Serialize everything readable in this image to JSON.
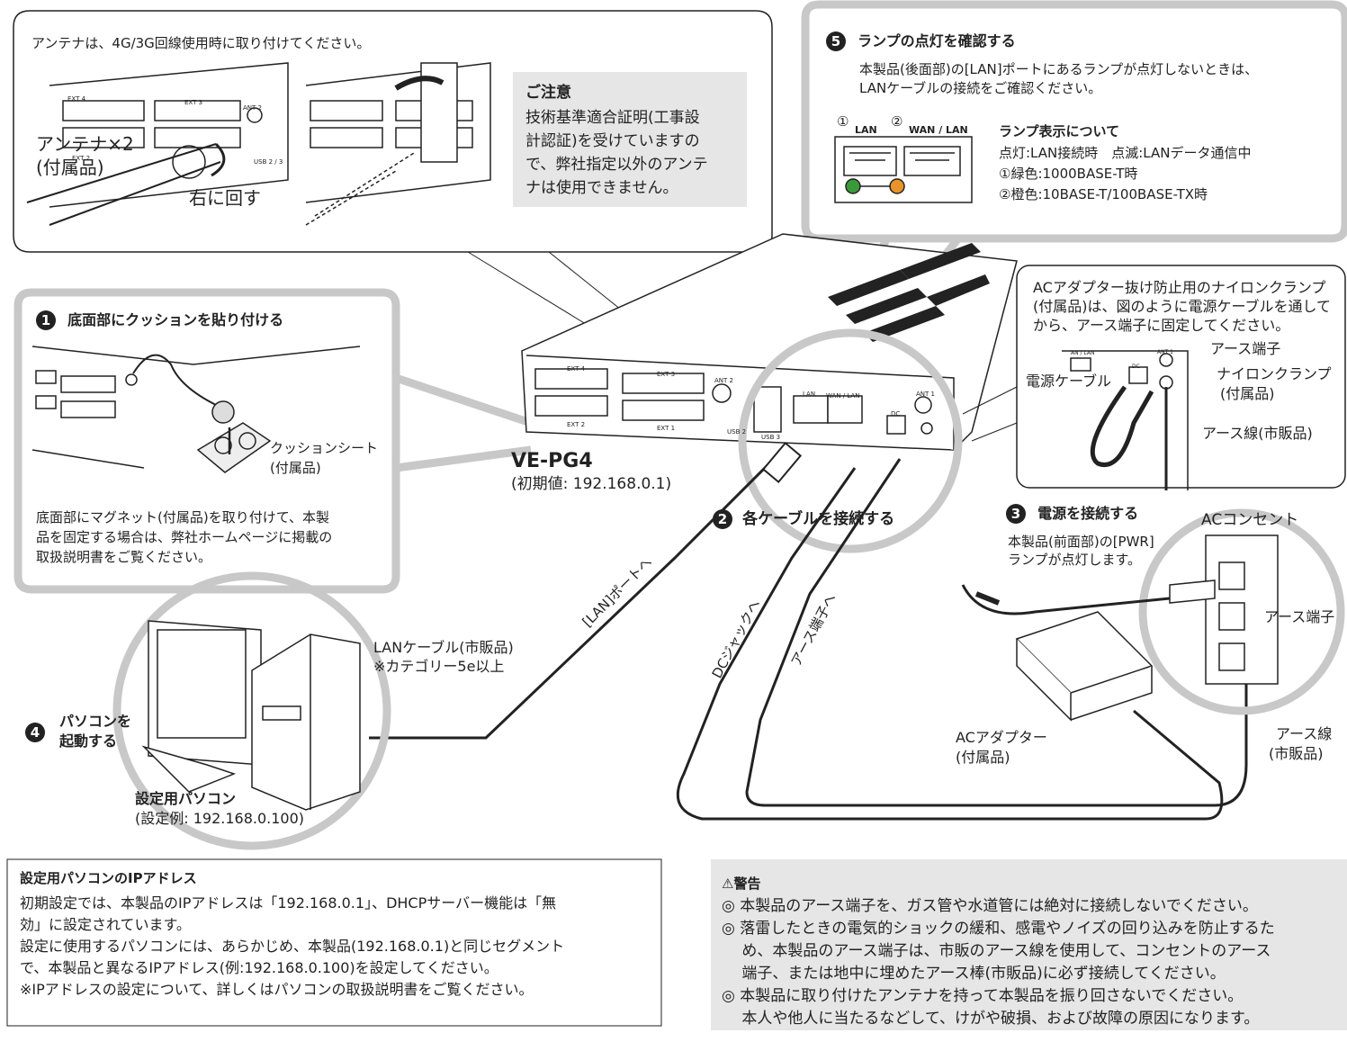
{
  "antenna_callout": {
    "instruction": "アンテナは、4G/3G回線使用時に取り付けてください。",
    "antenna_label": "アンテナ×2",
    "antenna_note": "(付属品)",
    "rotate_label": "右に回す",
    "port_labels": [
      "EXT 4",
      "EXT 3",
      "EXT 2",
      "ANT 2",
      "USB 2 / 3"
    ],
    "caution_title": "ご注意",
    "caution_lines": [
      "技術基準適合証明(工事設",
      "計認証)を受けていますの",
      "で、弊社指定以外のアンテ",
      "ナは使用できません。"
    ]
  },
  "step5": {
    "number": "5",
    "title": "ランプの点灯を確認する",
    "desc": [
      "本製品(後面部)の[LAN]ポートにあるランプが点灯しないときは、",
      "LANケーブルの接続をご確認ください。"
    ],
    "port1_marker": "①",
    "port1_label": "LAN",
    "port2_marker": "②",
    "port2_label": "WAN / LAN",
    "lamp_title": "ランプ表示について",
    "lamp_lines": [
      "点灯:LAN接続時　点滅:LANデータ通信中",
      "①緑色:1000BASE-T時",
      "②橙色:10BASE-T/100BASE-TX時"
    ],
    "colors": {
      "green": "#3a9a3a",
      "orange": "#e8942a"
    }
  },
  "step1": {
    "number": "1",
    "title": "底面部にクッションを貼り付ける",
    "sheet_label": "クッションシート",
    "sheet_note": "(付属品)",
    "desc": [
      "底面部にマグネット(付属品)を取り付けて、本製",
      "品を固定する場合は、弊社ホームページに掲載の",
      "取扱説明書をご覧ください。"
    ]
  },
  "clamp_callout": {
    "desc": [
      "ACアダプター抜け防止用のナイロンクランプ",
      "(付属品)は、図のように電源ケーブルを通して",
      "から、アース端子に固定してください。"
    ],
    "earth_terminal": "アース端子",
    "power_cable": "電源ケーブル",
    "nylon_clamp": "ナイロンクランプ",
    "nylon_clamp_note": "(付属品)",
    "earth_wire": "アース線(市販品)",
    "port_labels": [
      "AN / LAN",
      "DC",
      "ANT 1"
    ]
  },
  "device": {
    "name": "VE-PG4",
    "default_ip": "(初期値: 192.168.0.1)",
    "port_labels": [
      "EXT 4",
      "EXT 3",
      "EXT 2",
      "EXT 1",
      "ANT 2",
      "USB 3",
      "LAN",
      "WAN / LAN",
      "ANT 1",
      "DC",
      "USB 2"
    ]
  },
  "step2": {
    "number": "2",
    "title": "各ケーブルを接続する"
  },
  "cable_labels": {
    "lan_port": "[LAN]ポートへ",
    "dc_jack": "DCジャックへ",
    "earth": "アース端子へ"
  },
  "step3": {
    "number": "3",
    "title": "電源を接続する",
    "desc": [
      "本製品(前面部)の[PWR]",
      "ランプが点灯します。"
    ],
    "outlet_label": "ACコンセント",
    "outlet_earth": "アース端子",
    "adapter_label": "ACアダプター",
    "adapter_note": "(付属品)",
    "earth_wire_label": "アース線",
    "earth_wire_note": "(市販品)"
  },
  "lan_cable": {
    "label": "LANケーブル(市販品)",
    "note": "※カテゴリー5e以上"
  },
  "step4": {
    "number": "4",
    "title_line1": "パソコンを",
    "title_line2": "起動する",
    "pc_label": "設定用パソコン",
    "pc_example": "(設定例: 192.168.0.100)"
  },
  "ip_box": {
    "title": "設定用パソコンのIPアドレス",
    "lines": [
      "初期設定では、本製品のIPアドレスは「192.168.0.1」、DHCPサーバー機能は「無",
      "効」に設定されています。",
      "設定に使用するパソコンには、あらかじめ、本製品(192.168.0.1)と同じセグメント",
      "で、本製品と異なるIPアドレス(例:192.168.0.100)を設定してください。",
      "※IPアドレスの設定について、詳しくはパソコンの取扱説明書をご覧ください。"
    ]
  },
  "warning_box": {
    "title": "⚠警告",
    "lines": [
      "◎ 本製品のアース端子を、ガス管や水道管には絶対に接続しないでください。",
      "◎ 落雷したときの電気的ショックの緩和、感電やノイズの回り込みを防止するた",
      "　 め、本製品のアース端子は、市販のアース線を使用して、コンセントのアース",
      "　 端子、または地中に埋めたアース棒(市販品)に必ず接続してください。",
      "◎ 本製品に取り付けたアンテナを持って本製品を振り回さないでください。",
      "　 本人や他人に当たるなどして、けがや破損、および故障の原因になります。"
    ]
  },
  "colors": {
    "panel_border": "#c8c8c8",
    "warning_bg": "#e6e6e6",
    "caution_bg": "#e6e6e6",
    "line": "#222222"
  }
}
